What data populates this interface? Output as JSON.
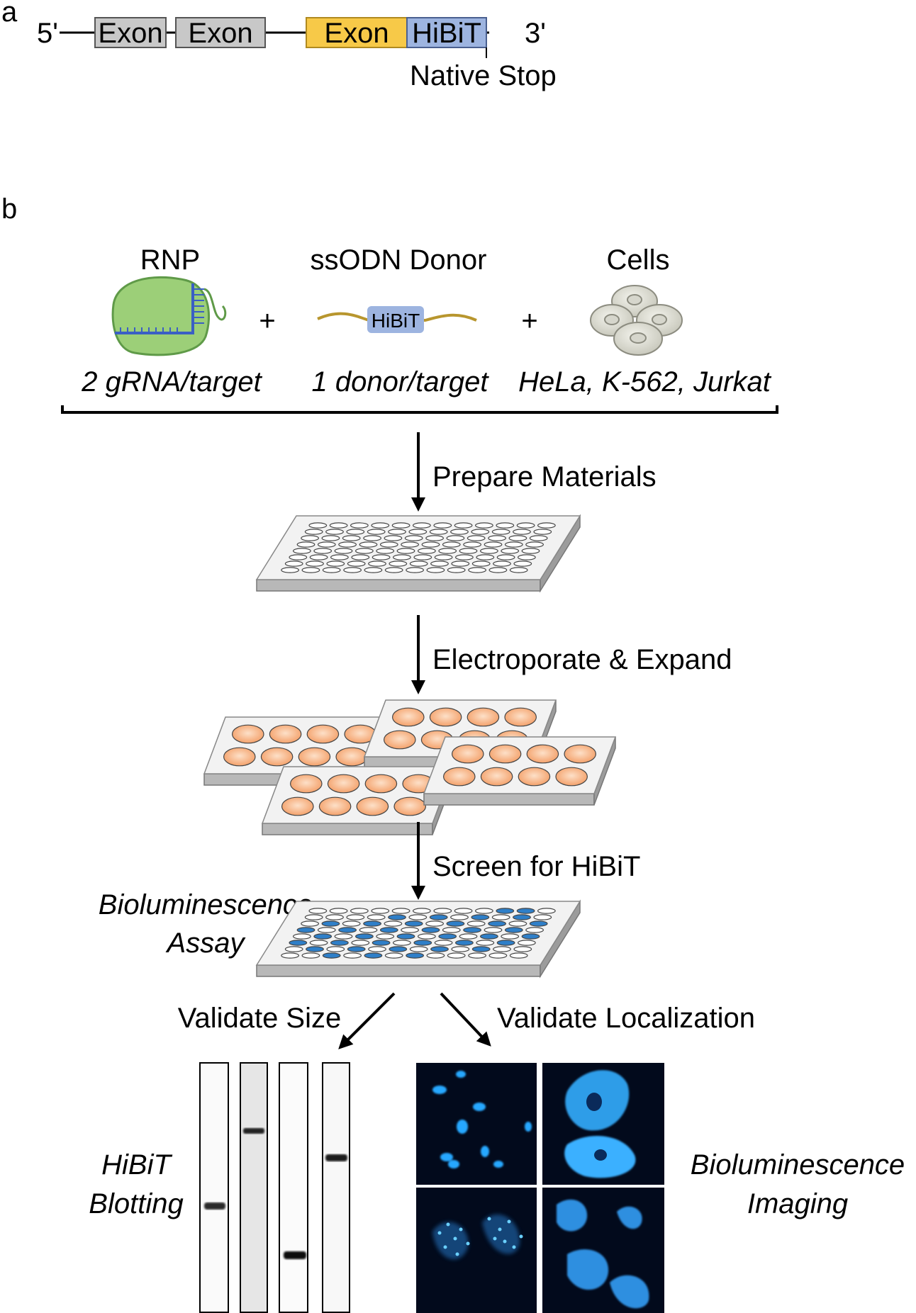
{
  "panel_a": {
    "label": "a",
    "five_prime": "5'",
    "three_prime": "3'",
    "exon1": "Exon",
    "exon2": "Exon",
    "exon3": "Exon",
    "tag": "HiBiT",
    "stop_label": "Native Stop"
  },
  "panel_b": {
    "label": "b",
    "rnp_title": "RNP",
    "donor_title": "ssODN Donor",
    "cells_title": "Cells",
    "donor_tag": "HiBiT",
    "plus1": "+",
    "plus2": "+",
    "rnp_sub": "2 gRNA/target",
    "donor_sub": "1 donor/target",
    "cells_sub": "HeLa, K-562, Jurkat",
    "step1": "Prepare Materials",
    "step2": "Electroporate & Expand",
    "step3": "Screen for HiBiT",
    "assay_line1": "Bioluminescence",
    "assay_line2": "Assay",
    "validate_size": "Validate Size",
    "validate_loc": "Validate Localization",
    "blot_line1": "HiBiT",
    "blot_line2": "Blotting",
    "imaging_line1": "Bioluminescence",
    "imaging_line2": "Imaging"
  },
  "colors": {
    "exon_gray": "#c8c8c8",
    "exon_yellow": "#f7c948",
    "hibit_blue": "#9db4e0",
    "donor_strand": "#b8962e",
    "rnp_green": "#9ccf78",
    "rnp_blue": "#3a5fc4",
    "orange_well": "#f6ae7e",
    "blue_well": "#2f7fc8",
    "micro_bg": "#020a1c",
    "micro_cell": "#28a8ff"
  }
}
